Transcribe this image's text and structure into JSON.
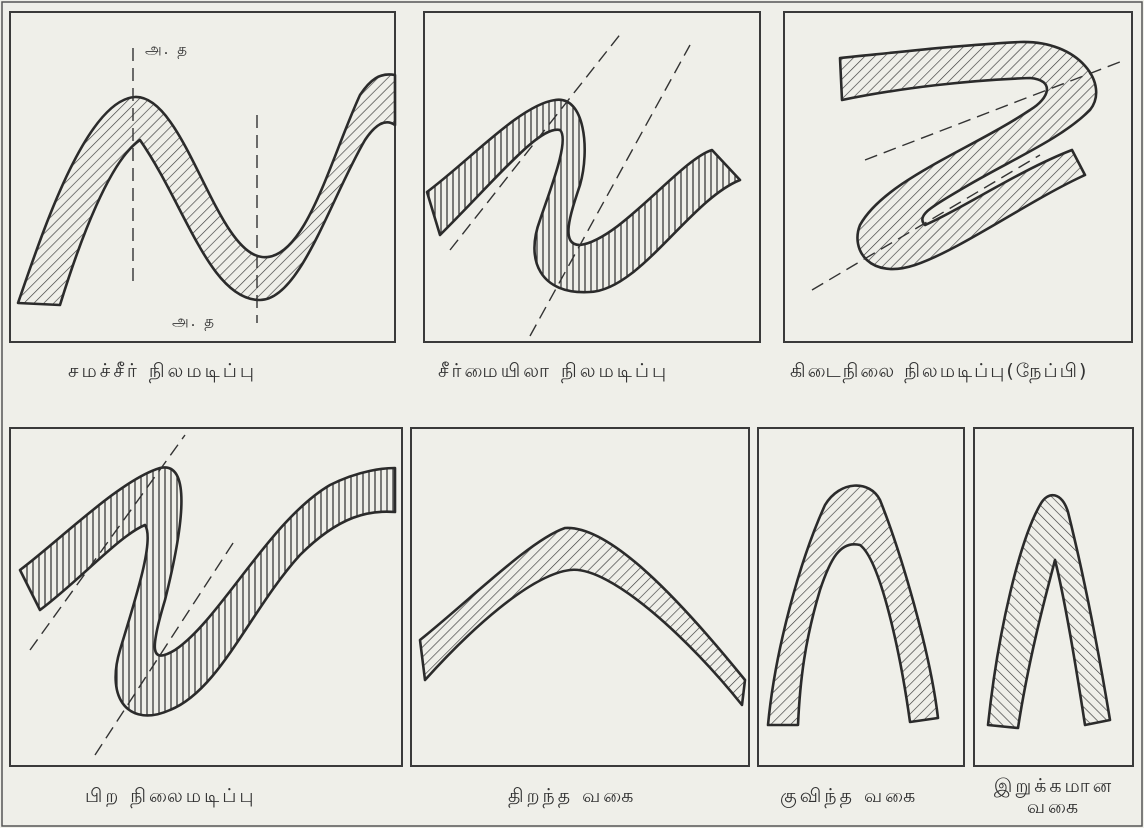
{
  "axis_label": "அ. த",
  "captions": {
    "symmetrical": "சமச்சீர் நிலமடிப்பு",
    "asymmetrical": "சீர்மையிலா நிலமடிப்பு",
    "recumbent": "கிடைநிலை நிலமடிப்பு(நேப்பி)",
    "overturned": "பிற நிலைமடிப்பு",
    "open": "திறந்த வகை",
    "closed": "குவிந்த வகை",
    "tight": "இறுக்கமான",
    "tight_line2": "வகை"
  },
  "colors": {
    "background": "#efefe9",
    "ink": "#2b2b2b",
    "hatch": "#3a3a3a"
  }
}
